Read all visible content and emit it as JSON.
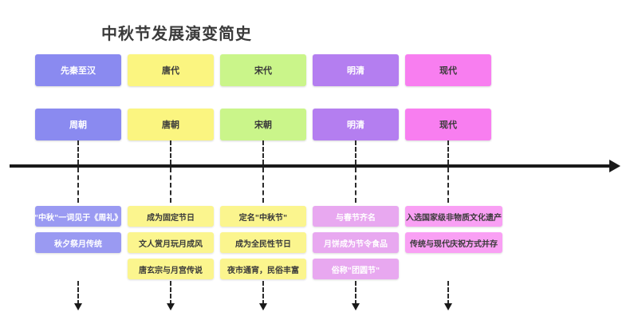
{
  "page": {
    "title": "中秋节发展演变简史",
    "background": "#ffffff",
    "title_color": "#3a3a3a"
  },
  "timeline": {
    "axis_color": "#1a1a1a",
    "connector_color": "#2b2b2b",
    "direction": "left-to-right"
  },
  "columns": [
    {
      "era": "先秦至汉",
      "dynasty": "周朝",
      "header_color": "#8a8af0",
      "header_text_color": "#ffffff",
      "detail_color": "#9a9af2",
      "detail_text_color": "#ffffff",
      "details": [
        "\"中秋\"一词见于《周礼》",
        "秋夕祭月传统"
      ]
    },
    {
      "era": "唐代",
      "dynasty": "唐朝",
      "header_color": "#fbf580",
      "header_text_color": "#3a3a3a",
      "detail_color": "#fbf58e",
      "detail_text_color": "#3a3a3a",
      "details": [
        "成为固定节日",
        "文人赏月玩月成风",
        "唐玄宗与月宫传说"
      ]
    },
    {
      "era": "宋代",
      "dynasty": "宋朝",
      "header_color": "#caf58a",
      "header_text_color": "#3a3a3a",
      "detail_color": "#fbf58e",
      "detail_text_color": "#3a3a3a",
      "details": [
        "定名\"中秋节\"",
        "成为全民性节日",
        "夜市通宵，民俗丰富"
      ]
    },
    {
      "era": "明清",
      "dynasty": "明清",
      "header_color": "#b47ef0",
      "header_text_color": "#ffffff",
      "detail_color": "#e8a8f0",
      "detail_text_color": "#ffffff",
      "details": [
        "与春节齐名",
        "月饼成为节令食品",
        "俗称\"团圆节\""
      ]
    },
    {
      "era": "现代",
      "dynasty": "现代",
      "header_color": "#f87ef0",
      "header_text_color": "#3a3a3a",
      "detail_color": "#f9a0f4",
      "detail_text_color": "#3a3a3a",
      "details": [
        "入选国家级非物质文化遗产",
        "传统与现代庆祝方式并存"
      ]
    }
  ]
}
